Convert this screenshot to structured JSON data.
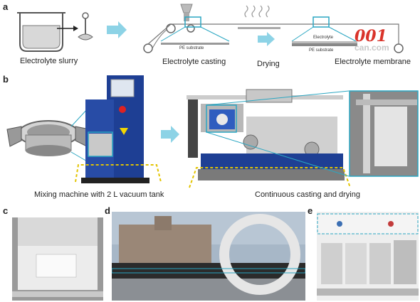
{
  "panels": {
    "a": "a",
    "b": "b",
    "c": "c",
    "d": "d",
    "e": "e"
  },
  "a": {
    "electrolyte_slurry": "Electrolyte slurry",
    "pe_substrate_1": "PE substrate",
    "electrolyte_casting": "Electrolyte casting",
    "drying": "Drying",
    "electrolyte_small": "Electrolyte",
    "pe_substrate_2": "PE substrate",
    "electrolyte_membrane": "Electrolyte membrane"
  },
  "b": {
    "mixing_caption": "Mixing machine with 2 L vacuum tank",
    "casting_caption": "Continuous casting and drying"
  },
  "watermark": {
    "number": "001",
    "site": "can.com"
  },
  "colors": {
    "arrow": "#8dd3e6",
    "highlight": "#2aa6c2",
    "machine_blue": "#1e3f94"
  }
}
